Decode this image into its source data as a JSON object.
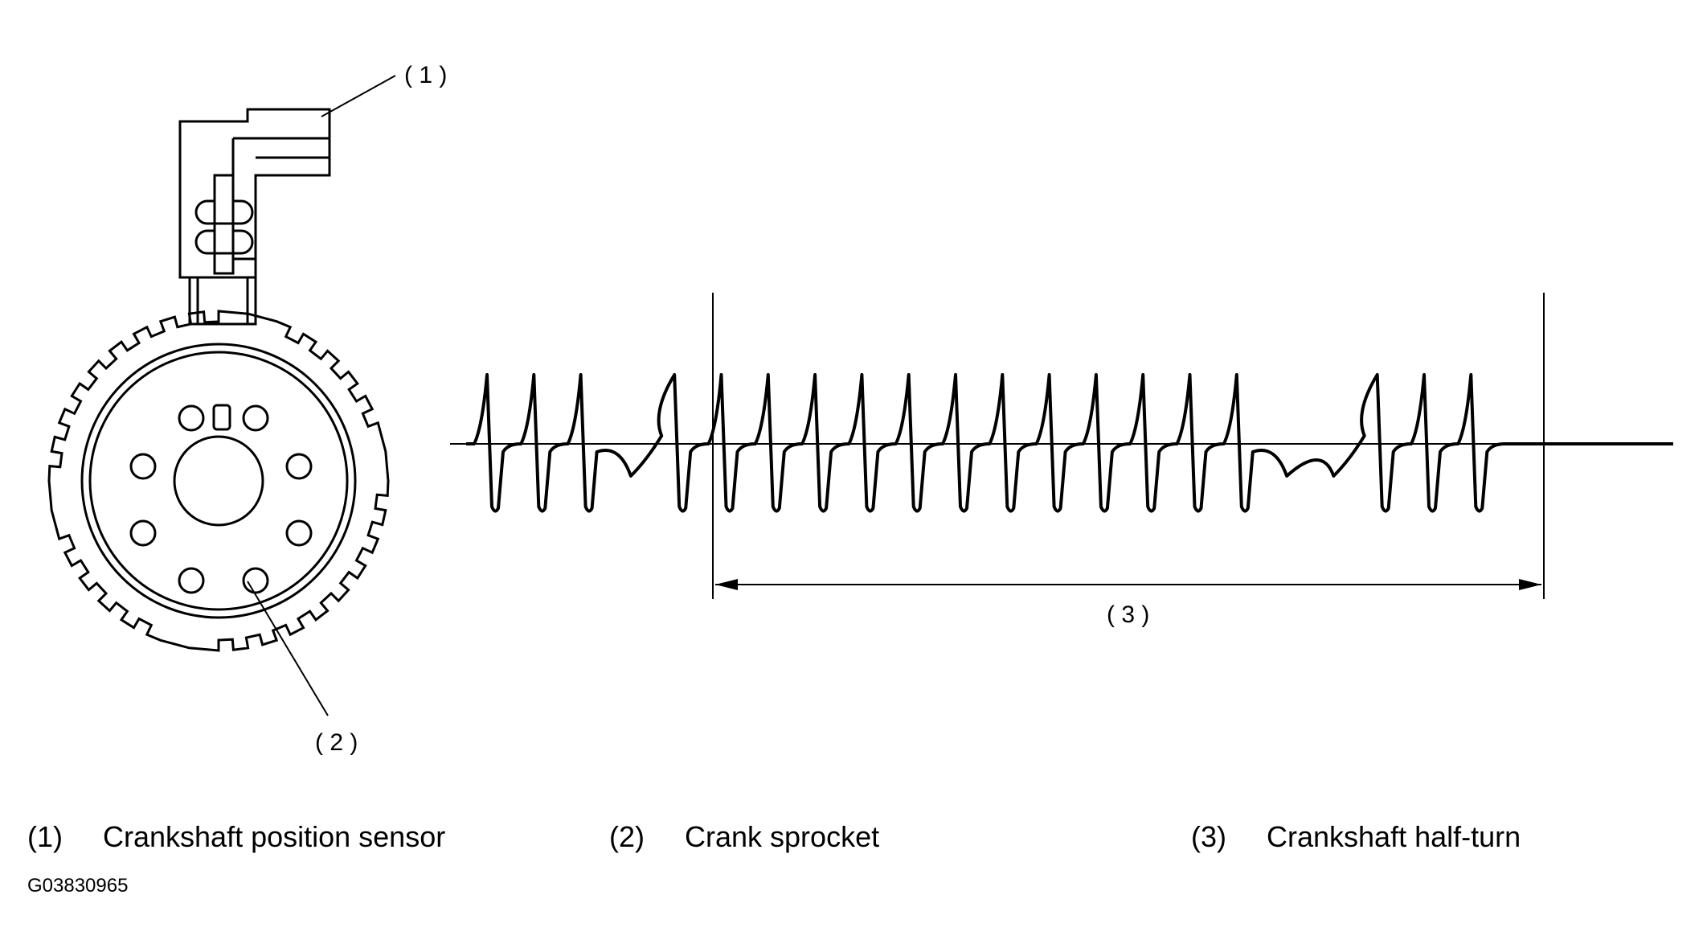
{
  "callouts": {
    "sensor": "( 1 )",
    "sprocket": "( 2 )",
    "half_turn": "( 3 )"
  },
  "legend": [
    {
      "num": "(1)",
      "label": "Crankshaft position sensor"
    },
    {
      "num": "(2)",
      "label": "Crank sprocket"
    },
    {
      "num": "(3)",
      "label": "Crankshaft half-turn"
    }
  ],
  "figure_id": "G03830965",
  "signal": {
    "pattern": [
      "pulse",
      "pulse",
      "pulse",
      "missing",
      "pulse",
      "pulse",
      "pulse",
      "pulse",
      "pulse",
      "pulse",
      "pulse",
      "pulse",
      "pulse",
      "pulse",
      "pulse",
      "pulse",
      "pulse",
      "missing",
      "missing",
      "pulse",
      "pulse",
      "pulse"
    ]
  }
}
